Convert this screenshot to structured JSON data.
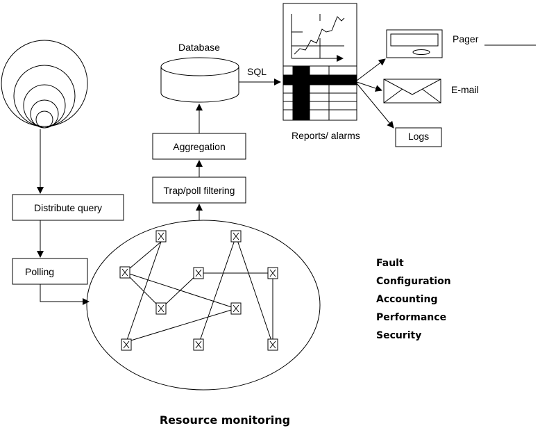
{
  "labels": {
    "database": "Database",
    "sql": "SQL",
    "aggregation": "Aggregation",
    "trap_poll_filtering": "Trap/poll filtering",
    "distribute_query": "Distribute query",
    "polling": "Polling",
    "reports_alarms": "Reports/ alarms",
    "logs": "Logs",
    "pager": "Pager",
    "email": "E-mail",
    "title": "Resource monitoring"
  },
  "functions": [
    "Fault",
    "Configuration",
    "Accounting",
    "Performance",
    "Security"
  ]
}
